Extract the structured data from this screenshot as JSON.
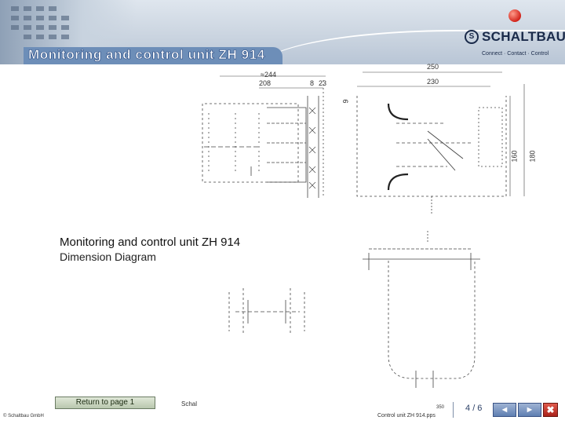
{
  "header": {
    "title": "Monitoring and control unit ZH 914",
    "logo_name": "SCHALTBAU",
    "tagline": "Connect · Contact · Control"
  },
  "drawing": {
    "dims": {
      "d244": "≈244",
      "d208": "208",
      "d8": "8",
      "d23": "23",
      "d250": "250",
      "d230": "230",
      "d9": "9",
      "d160": "160",
      "d180": "180"
    }
  },
  "caption": {
    "line1": "Monitoring and control unit ZH 914",
    "line2": "Dimension Diagram"
  },
  "footer": {
    "return_label": "Return to page 1",
    "scha": "Schal",
    "copyright": "© Schaltbau GmbH",
    "number": "350",
    "filename": "Control unit ZH 914.pps",
    "page_current": "4",
    "page_total": "/ 6",
    "prev_icon": "◄",
    "next_icon": "►",
    "close_icon": "✖"
  },
  "colors": {
    "banner": "#6d8eb8",
    "brand_dark": "#1a2a4a",
    "logo_dot": "#d2241b"
  }
}
